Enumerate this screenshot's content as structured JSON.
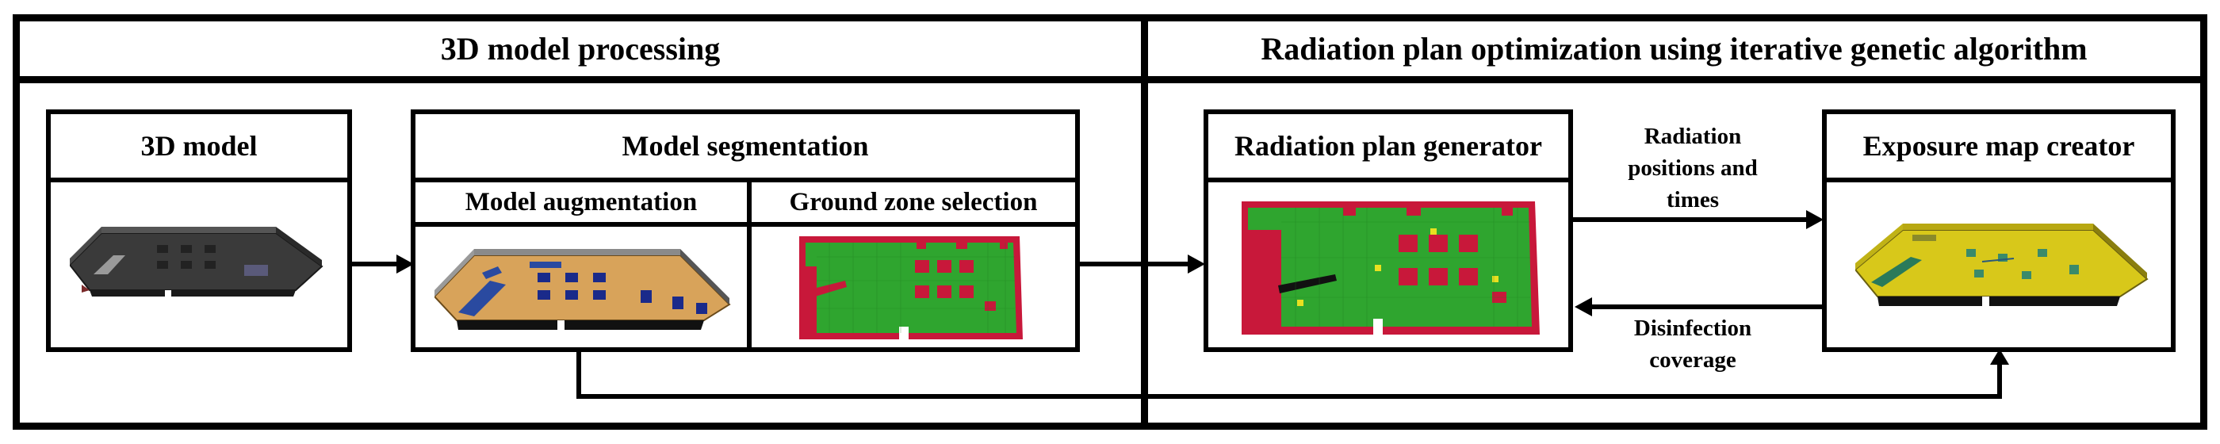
{
  "panels": {
    "left_title": "3D model processing",
    "right_title": "Radiation plan optimization using iterative genetic algorithm"
  },
  "boxes": {
    "model_3d": {
      "title": "3D model"
    },
    "segmentation": {
      "title": "Model segmentation",
      "left_sub": "Model augmentation",
      "right_sub": "Ground zone selection"
    },
    "plan_generator": {
      "title": "Radiation plan generator"
    },
    "exposure_map": {
      "title": "Exposure map creator"
    }
  },
  "arrows": {
    "forward_label_line1": "Radiation",
    "forward_label_line2": "positions and",
    "forward_label_line3": "times",
    "back_label_line1": "Disinfection",
    "back_label_line2": "coverage"
  },
  "colors": {
    "ground": "#2fa52f",
    "obstacle": "#c8183a",
    "floor_wood": "#d8a35a",
    "exposure_yellow": "#d8c81a",
    "dark_model": "#3a3a3a"
  }
}
